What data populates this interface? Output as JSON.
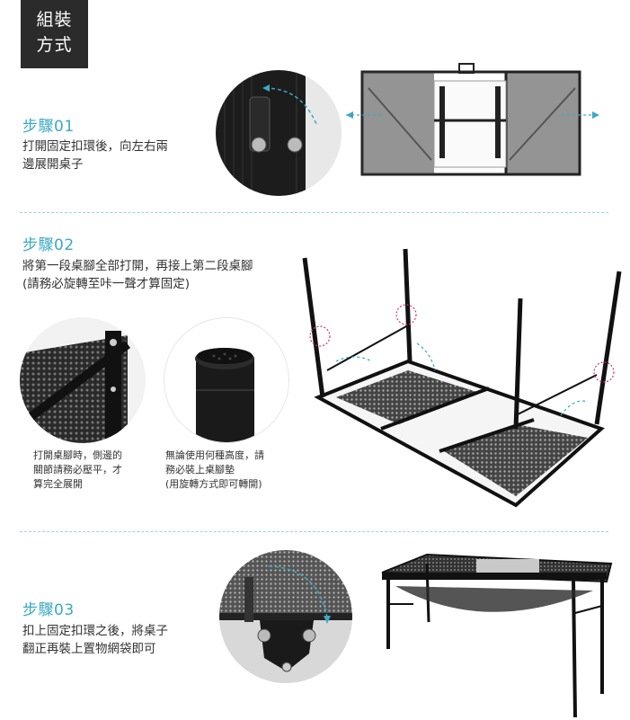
{
  "badge": {
    "line1": "組裝",
    "line2": "方式"
  },
  "steps": [
    {
      "title": "步驟01",
      "desc": "打開固定扣環後，向左右兩\n邊展開桌子"
    },
    {
      "title": "步驟02",
      "desc": "將第一段桌腳全部打開，再接上第二段桌腳\n(請務必旋轉至咔一聲才算固定)"
    },
    {
      "title": "步驟03",
      "desc": "扣上固定扣環之後，將桌子\n翻正再裝上置物網袋即可"
    }
  ],
  "notes": {
    "left": "打開桌腳時，側邊的\n關節請務必壓平，才\n算完全展開",
    "right": "無論使用何種高度，請\n務必裝上桌腳墊\n(用旋轉方式即可轉開)"
  },
  "colors": {
    "accent": "#3aa9c4",
    "badge_bg": "#2b2b2b",
    "divider": "#9fd3e0"
  }
}
